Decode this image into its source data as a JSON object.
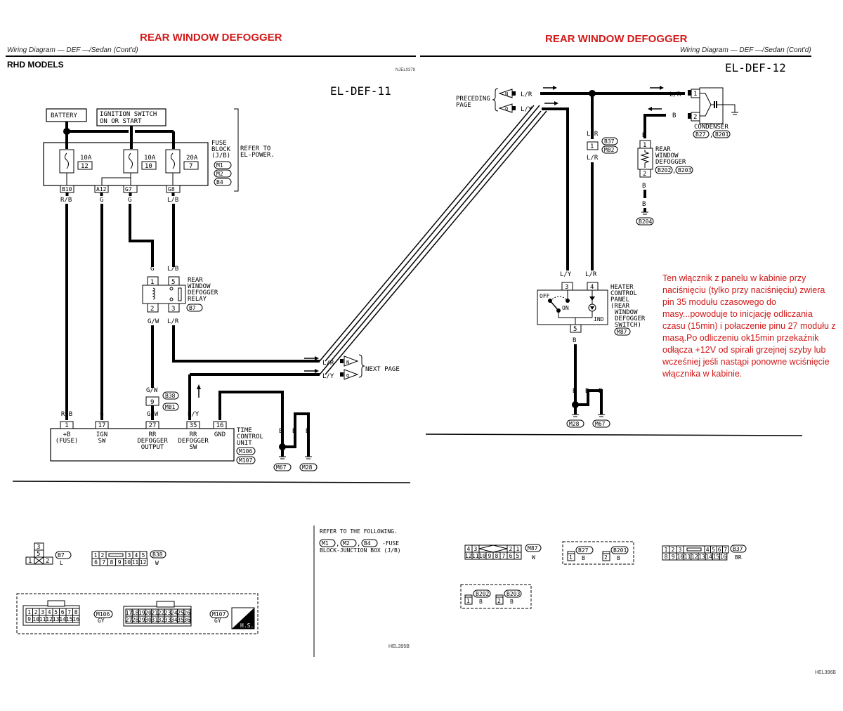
{
  "left_page": {
    "title": "REAR WINDOW DEFOGGER",
    "subtitle": "Wiring Diagram — DEF —/Sedan (Cont'd)",
    "section": "RHD MODELS",
    "small_code": "NJEL0379",
    "page_id": "EL-DEF-11",
    "footer_code": "HEL395B",
    "battery": "BATTERY",
    "ignition": [
      "IGNITION SWITCH",
      "ON OR START"
    ],
    "fuses": [
      {
        "rating": "10A",
        "number": "12"
      },
      {
        "rating": "10A",
        "number": "10"
      },
      {
        "rating": "20A",
        "number": "7"
      }
    ],
    "fuse_block_label": [
      "FUSE",
      "BLOCK",
      "(J/B)"
    ],
    "fuse_block_connectors": [
      "M1",
      "M2",
      "B4"
    ],
    "refer_to": [
      "REFER TO",
      "EL-POWER."
    ],
    "fuse_terminals": [
      "B10",
      "A12",
      "G7",
      "G8"
    ],
    "wire_colors_top": [
      "R/B",
      "G",
      "G",
      "L/B"
    ],
    "relay": {
      "label": [
        "REAR",
        "WINDOW",
        "DEFOGGER",
        "RELAY"
      ],
      "connector": "B7",
      "pins": [
        "1",
        "5",
        "2",
        "3"
      ],
      "wire_in": [
        "G",
        "L/B"
      ],
      "wire_out": [
        "G/W",
        "L/R"
      ]
    },
    "joint": {
      "pin": "9",
      "connectors": [
        "B38",
        "M81"
      ],
      "wire": "G/W"
    },
    "tcu": {
      "label": [
        "TIME",
        "CONTROL",
        "UNIT"
      ],
      "connectors": [
        "M106",
        "M107"
      ],
      "pins": [
        {
          "num": "1",
          "wire": "R/B",
          "name": [
            "+B",
            "(FUSE)"
          ]
        },
        {
          "num": "17",
          "wire": "G",
          "name": [
            "IGN",
            "SW"
          ]
        },
        {
          "num": "27",
          "wire": "G/W",
          "name": [
            "RR",
            "DEFOGGER",
            "OUTPUT"
          ]
        },
        {
          "num": "35",
          "wire": "L/Y",
          "name": [
            "RR",
            "DEFOGGER",
            "SW"
          ]
        },
        {
          "num": "16",
          "wire": "B",
          "name": [
            "GND"
          ]
        }
      ]
    },
    "grounds": {
      "wires": [
        "B",
        "B",
        "B"
      ],
      "labels": [
        "M67",
        "M28"
      ]
    },
    "next_page": {
      "label": "NEXT PAGE",
      "wires": [
        {
          "color": "L/R",
          "tag": "N"
        },
        {
          "color": "L/Y",
          "tag": "O"
        }
      ]
    },
    "connector_views": {
      "b7": {
        "pins": [
          "3",
          "5",
          "1",
          "2"
        ],
        "id": "B7",
        "color": "L"
      },
      "b38": {
        "row1": [
          "1",
          "2",
          "3",
          "4",
          "5"
        ],
        "row2": [
          "6",
          "7",
          "8",
          "9",
          "10",
          "11",
          "12"
        ],
        "id": "B38",
        "color": "W"
      },
      "refer_following": [
        "REFER TO THE FOLLOWING.",
        "-FUSE",
        "BLOCK-JUNCTION BOX (J/B)"
      ],
      "refer_connectors": [
        "M1",
        "M2",
        "B4"
      ],
      "m106": {
        "row1": [
          "1",
          "2",
          "3",
          "4",
          "5",
          "6",
          "7",
          "8"
        ],
        "row2": [
          "9",
          "10",
          "11",
          "12",
          "13",
          "14",
          "15",
          "16"
        ],
        "id": "M106",
        "color": "GY"
      },
      "m107": {
        "row1": [
          "17",
          "18",
          "19",
          "20",
          "21",
          "22",
          "23",
          "24",
          "25",
          "26"
        ],
        "row2": [
          "27",
          "28",
          "29",
          "30",
          "31",
          "32",
          "33",
          "34",
          "35",
          "36"
        ],
        "id": "M107",
        "color": "GY"
      },
      "hs": "H.S."
    }
  },
  "right_page": {
    "title": "REAR WINDOW DEFOGGER",
    "subtitle": "Wiring Diagram — DEF —/Sedan (Cont'd)",
    "page_id": "EL-DEF-12",
    "footer_code": "HEL396B",
    "preceding_page": {
      "label": [
        "PRECEDING",
        "PAGE"
      ],
      "wires": [
        {
          "color": "L/R",
          "tag": "N"
        },
        {
          "color": "L/Y",
          "tag": "O"
        }
      ]
    },
    "condenser": {
      "label": "CONDENSER",
      "connectors": [
        "B27",
        "B201"
      ],
      "pins": [
        "1",
        "2"
      ],
      "wires": [
        "L/R",
        "B"
      ]
    },
    "joint": {
      "pin": "1",
      "connectors": [
        "B37",
        "M82"
      ],
      "wire": "L/R"
    },
    "defogger": {
      "label": [
        "REAR",
        "WINDOW",
        "DEFOGGER"
      ],
      "connectors": [
        "B202",
        "B203"
      ],
      "pins": [
        "1",
        "2"
      ],
      "wire": "B",
      "ground": "B204"
    },
    "heater_panel": {
      "label": [
        "HEATER",
        "CONTROL",
        "PANEL",
        "(REAR",
        "WINDOW",
        "DEFOGGER",
        "SWITCH)"
      ],
      "connector": "M87",
      "pins": [
        {
          "num": "3",
          "wire": "L/Y"
        },
        {
          "num": "4",
          "wire": "L/R"
        },
        {
          "num": "5",
          "wire": "B"
        }
      ],
      "switch_off": "OFF",
      "switch_on": "ON",
      "ind": "IND"
    },
    "grounds": {
      "wires": [
        "B",
        "B",
        "B"
      ],
      "labels": [
        "M28",
        "M67"
      ]
    },
    "note_lines": [
      "Ten włącznik z panelu w kabinie  przy",
      "naciśnięciu (tylko przy naciśnięciu) zwiera",
      "pin 35 modułu czasowego do",
      "masy...powoduje to inicjację odliczania",
      "czasu (15min) i połaczenie pinu 27 modułu z",
      "masą.Po odliczeniu ok15min przekaźnik",
      "odłącza +12V od spirali grzejnej szyby  lub",
      "wcześniej jeśli nastąpi ponowne wciśnięcie",
      "włącznika w kabinie."
    ],
    "connector_views": {
      "m87": {
        "row1": [
          "4",
          "3",
          "2",
          "1"
        ],
        "row2": [
          "12",
          "11",
          "10",
          "9",
          "8",
          "7",
          "6",
          "5"
        ],
        "id": "M87",
        "color": "W"
      },
      "b27": {
        "pin": "1",
        "id": "B27",
        "color": "B"
      },
      "b201": {
        "pin": "2",
        "id": "B201",
        "color": "B"
      },
      "b37": {
        "row1": [
          "1",
          "2",
          "3",
          "4",
          "5",
          "6",
          "7"
        ],
        "row2": [
          "8",
          "9",
          "10",
          "11",
          "12",
          "13",
          "14",
          "15",
          "16"
        ],
        "id": "B37",
        "color": "BR"
      },
      "b202": {
        "pin": "1",
        "id": "B202",
        "color": "B"
      },
      "b203": {
        "pin": "2",
        "id": "B203",
        "color": "B"
      }
    }
  }
}
